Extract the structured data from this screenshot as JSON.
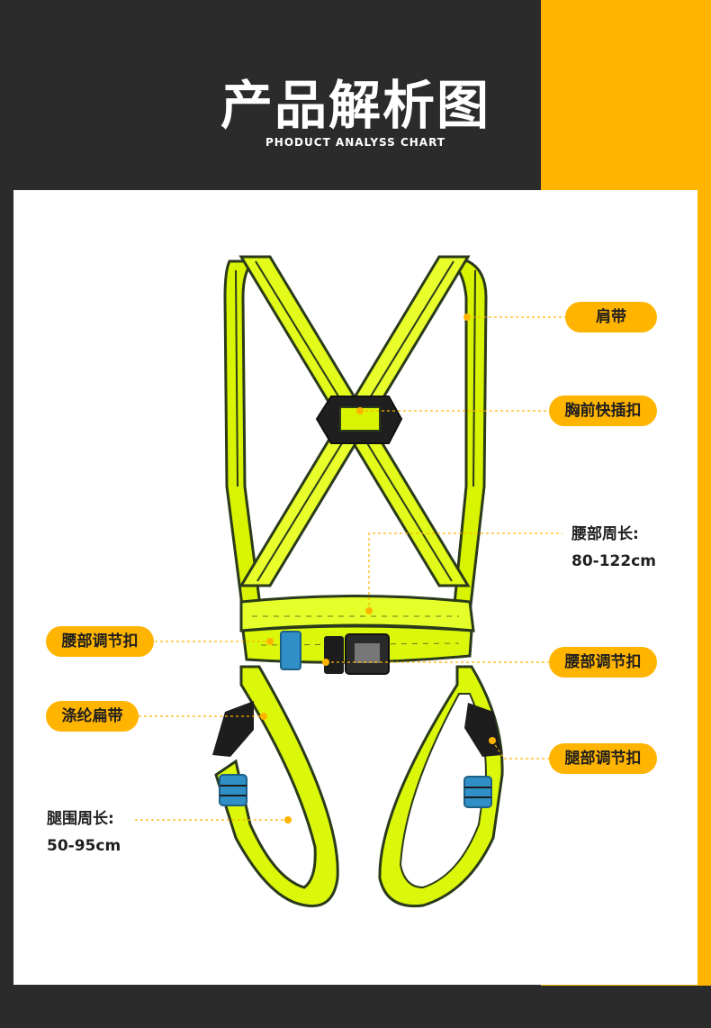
{
  "header": {
    "title": "产品解析图",
    "subtitle": "PHODUCT ANALYSS CHART"
  },
  "colors": {
    "accent": "#ffb400",
    "background": "#2b2b2b",
    "strap": "#d9f400",
    "strap_stripe": "#2a3a1a",
    "buckle_blue": "#2f8fc6",
    "buckle_black": "#1d1d1d"
  },
  "labels": {
    "shoulder_strap": "肩带",
    "chest_buckle": "胸前快插扣",
    "waist_size_title": "腰部周长:",
    "waist_size_value": "80-122cm",
    "waist_adjuster_left": "腰部调节扣",
    "waist_adjuster_right": "腰部调节扣",
    "polyester_strap": "涤纶扁带",
    "leg_adjuster": "腿部调节扣",
    "leg_size_title": "腿围周长:",
    "leg_size_value": "50-95cm"
  }
}
